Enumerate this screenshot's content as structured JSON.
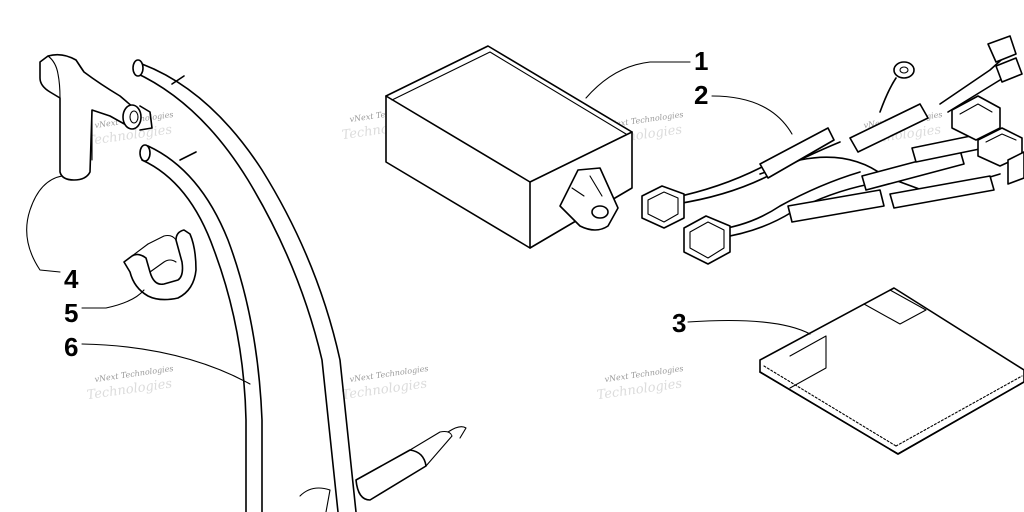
{
  "callouts": [
    {
      "label": "1",
      "part": "cdi-module-box"
    },
    {
      "label": "2",
      "part": "wiring-harness"
    },
    {
      "label": "3",
      "part": "adhesive-pad"
    },
    {
      "label": "4",
      "part": "spark-plug-cap"
    },
    {
      "label": "5",
      "part": "clip"
    },
    {
      "label": "6",
      "part": "high-tension-leads"
    }
  ],
  "watermark": {
    "text": "vNext Technologies",
    "ghost_text": "Technologies"
  }
}
